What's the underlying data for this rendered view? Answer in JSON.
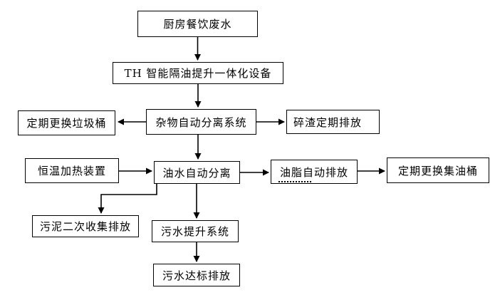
{
  "diagram": {
    "type": "flowchart",
    "colors": {
      "background": "#ffffff",
      "box_border": "#000000",
      "line": "#000000",
      "text": "#000000"
    },
    "nodes": {
      "kitchen": {
        "label": "厨房餐饮废水"
      },
      "th_unit": {
        "label": "TH 智能隔油提升一体化设备"
      },
      "debris": {
        "label": "杂物自动分离系统"
      },
      "trash": {
        "label": "定期更换垃圾桶"
      },
      "residue": {
        "label": "碎渣定期排放"
      },
      "heater": {
        "label": "恒温加热装置"
      },
      "oil_water": {
        "label": "油水自动分离"
      },
      "grease": {
        "label": "油脂自动排放",
        "emphasis_dots_under_text": true
      },
      "oil_drum": {
        "label": "定期更换集油桶"
      },
      "sludge": {
        "label": "污泥二次收集排放"
      },
      "lift": {
        "label": "污水提升系统"
      },
      "discharge": {
        "label": "污水达标排放"
      }
    },
    "edges": [
      {
        "from": "kitchen",
        "to": "th_unit",
        "direction": "down"
      },
      {
        "from": "th_unit",
        "to": "debris",
        "direction": "down"
      },
      {
        "from": "debris",
        "to": "trash",
        "direction": "left"
      },
      {
        "from": "debris",
        "to": "residue",
        "direction": "right"
      },
      {
        "from": "debris",
        "to": "oil_water",
        "direction": "down"
      },
      {
        "from": "heater",
        "to": "oil_water",
        "direction": "right"
      },
      {
        "from": "oil_water",
        "to": "grease",
        "direction": "right"
      },
      {
        "from": "grease",
        "to": "oil_drum",
        "direction": "right"
      },
      {
        "from": "oil_water",
        "to": "sludge",
        "direction": "down-left-elbow"
      },
      {
        "from": "oil_water",
        "to": "lift",
        "direction": "down"
      },
      {
        "from": "lift",
        "to": "discharge",
        "direction": "down"
      }
    ]
  }
}
